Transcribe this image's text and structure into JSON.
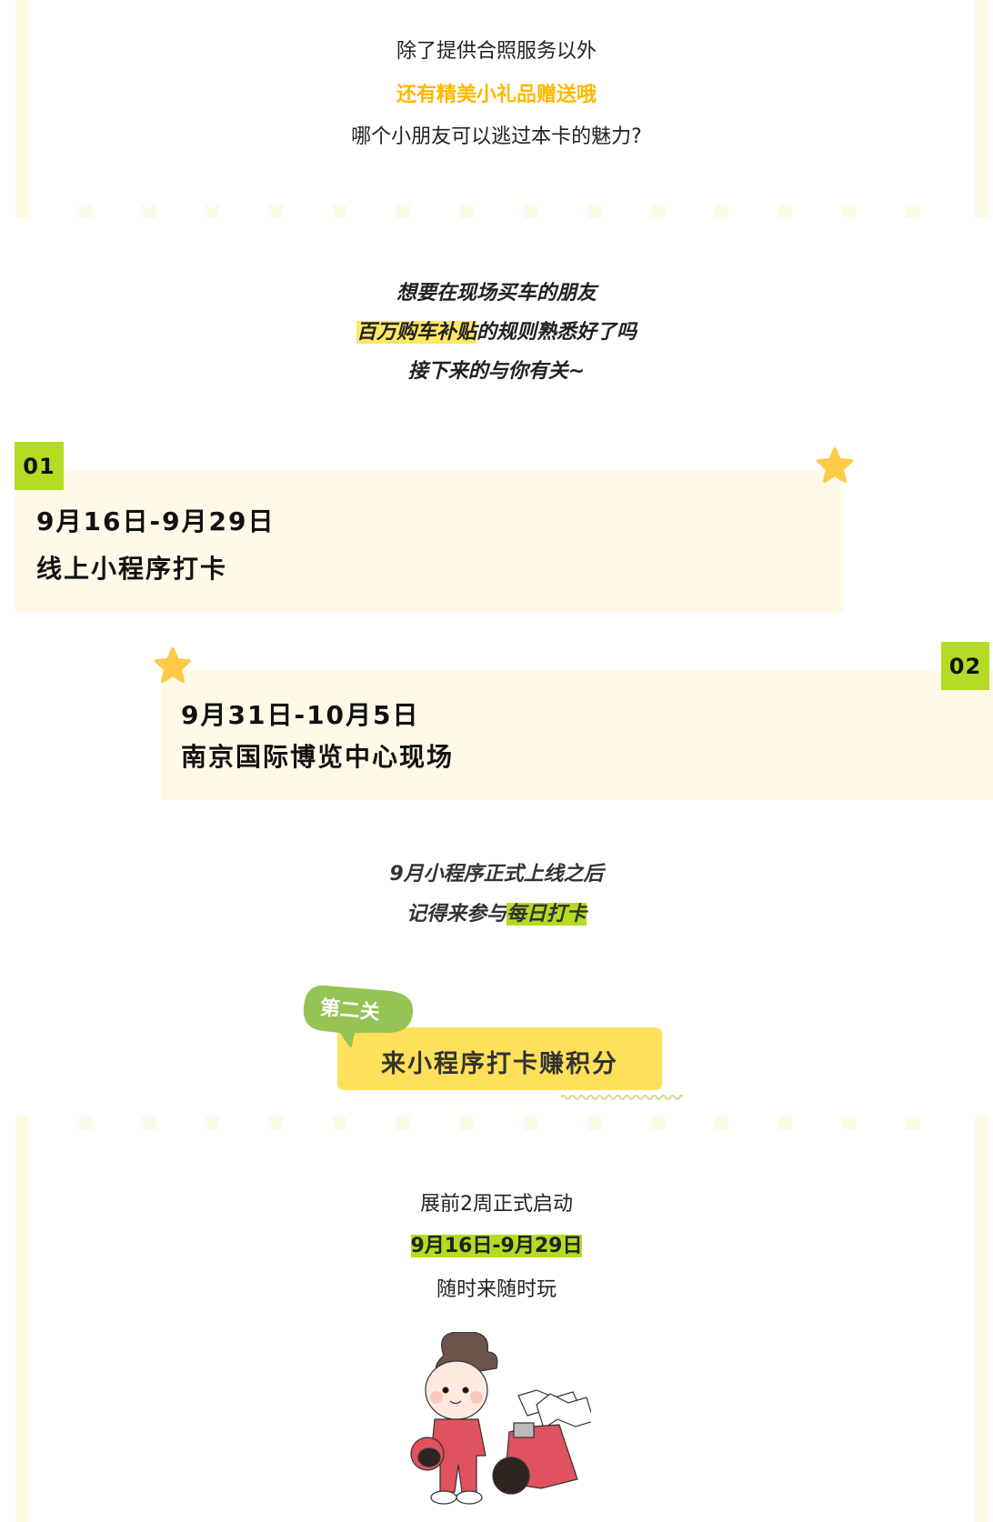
{
  "intro": {
    "line1": "除了提供合照服务以外",
    "line2": "还有精美小礼品赠送哦",
    "line3": "哪个小朋友可以逃过本卡的魅力?"
  },
  "subsidy": {
    "line1": "想要在现场买车的朋友",
    "line2_highlight": "百万购车补贴",
    "line2_rest": "的规则熟悉好了吗",
    "line3": "接下来的与你有关~"
  },
  "schedule": [
    {
      "badge": "01",
      "date": "9月16日-9月29日",
      "desc": "线上小程序打卡"
    },
    {
      "badge": "02",
      "date": "9月31日-10月5日",
      "desc": "南京国际博览中心现场"
    }
  ],
  "checkin_note": {
    "line1": "9月小程序正式上线之后",
    "line2_prefix": "记得来参与",
    "line2_highlight": "每日打卡"
  },
  "level": {
    "tag": "第二关",
    "title": "来小程序打卡赚积分"
  },
  "level_detail": {
    "line1": "展前2周正式启动",
    "line2": "9月16日-9月29日",
    "line3": "随时来随时玩"
  },
  "colors": {
    "accent_yellow": "#ffb800",
    "badge_green": "#b3dc22",
    "card_bg": "#fffae8",
    "button_yellow": "#ffe05a",
    "tag_green": "#95c355"
  }
}
